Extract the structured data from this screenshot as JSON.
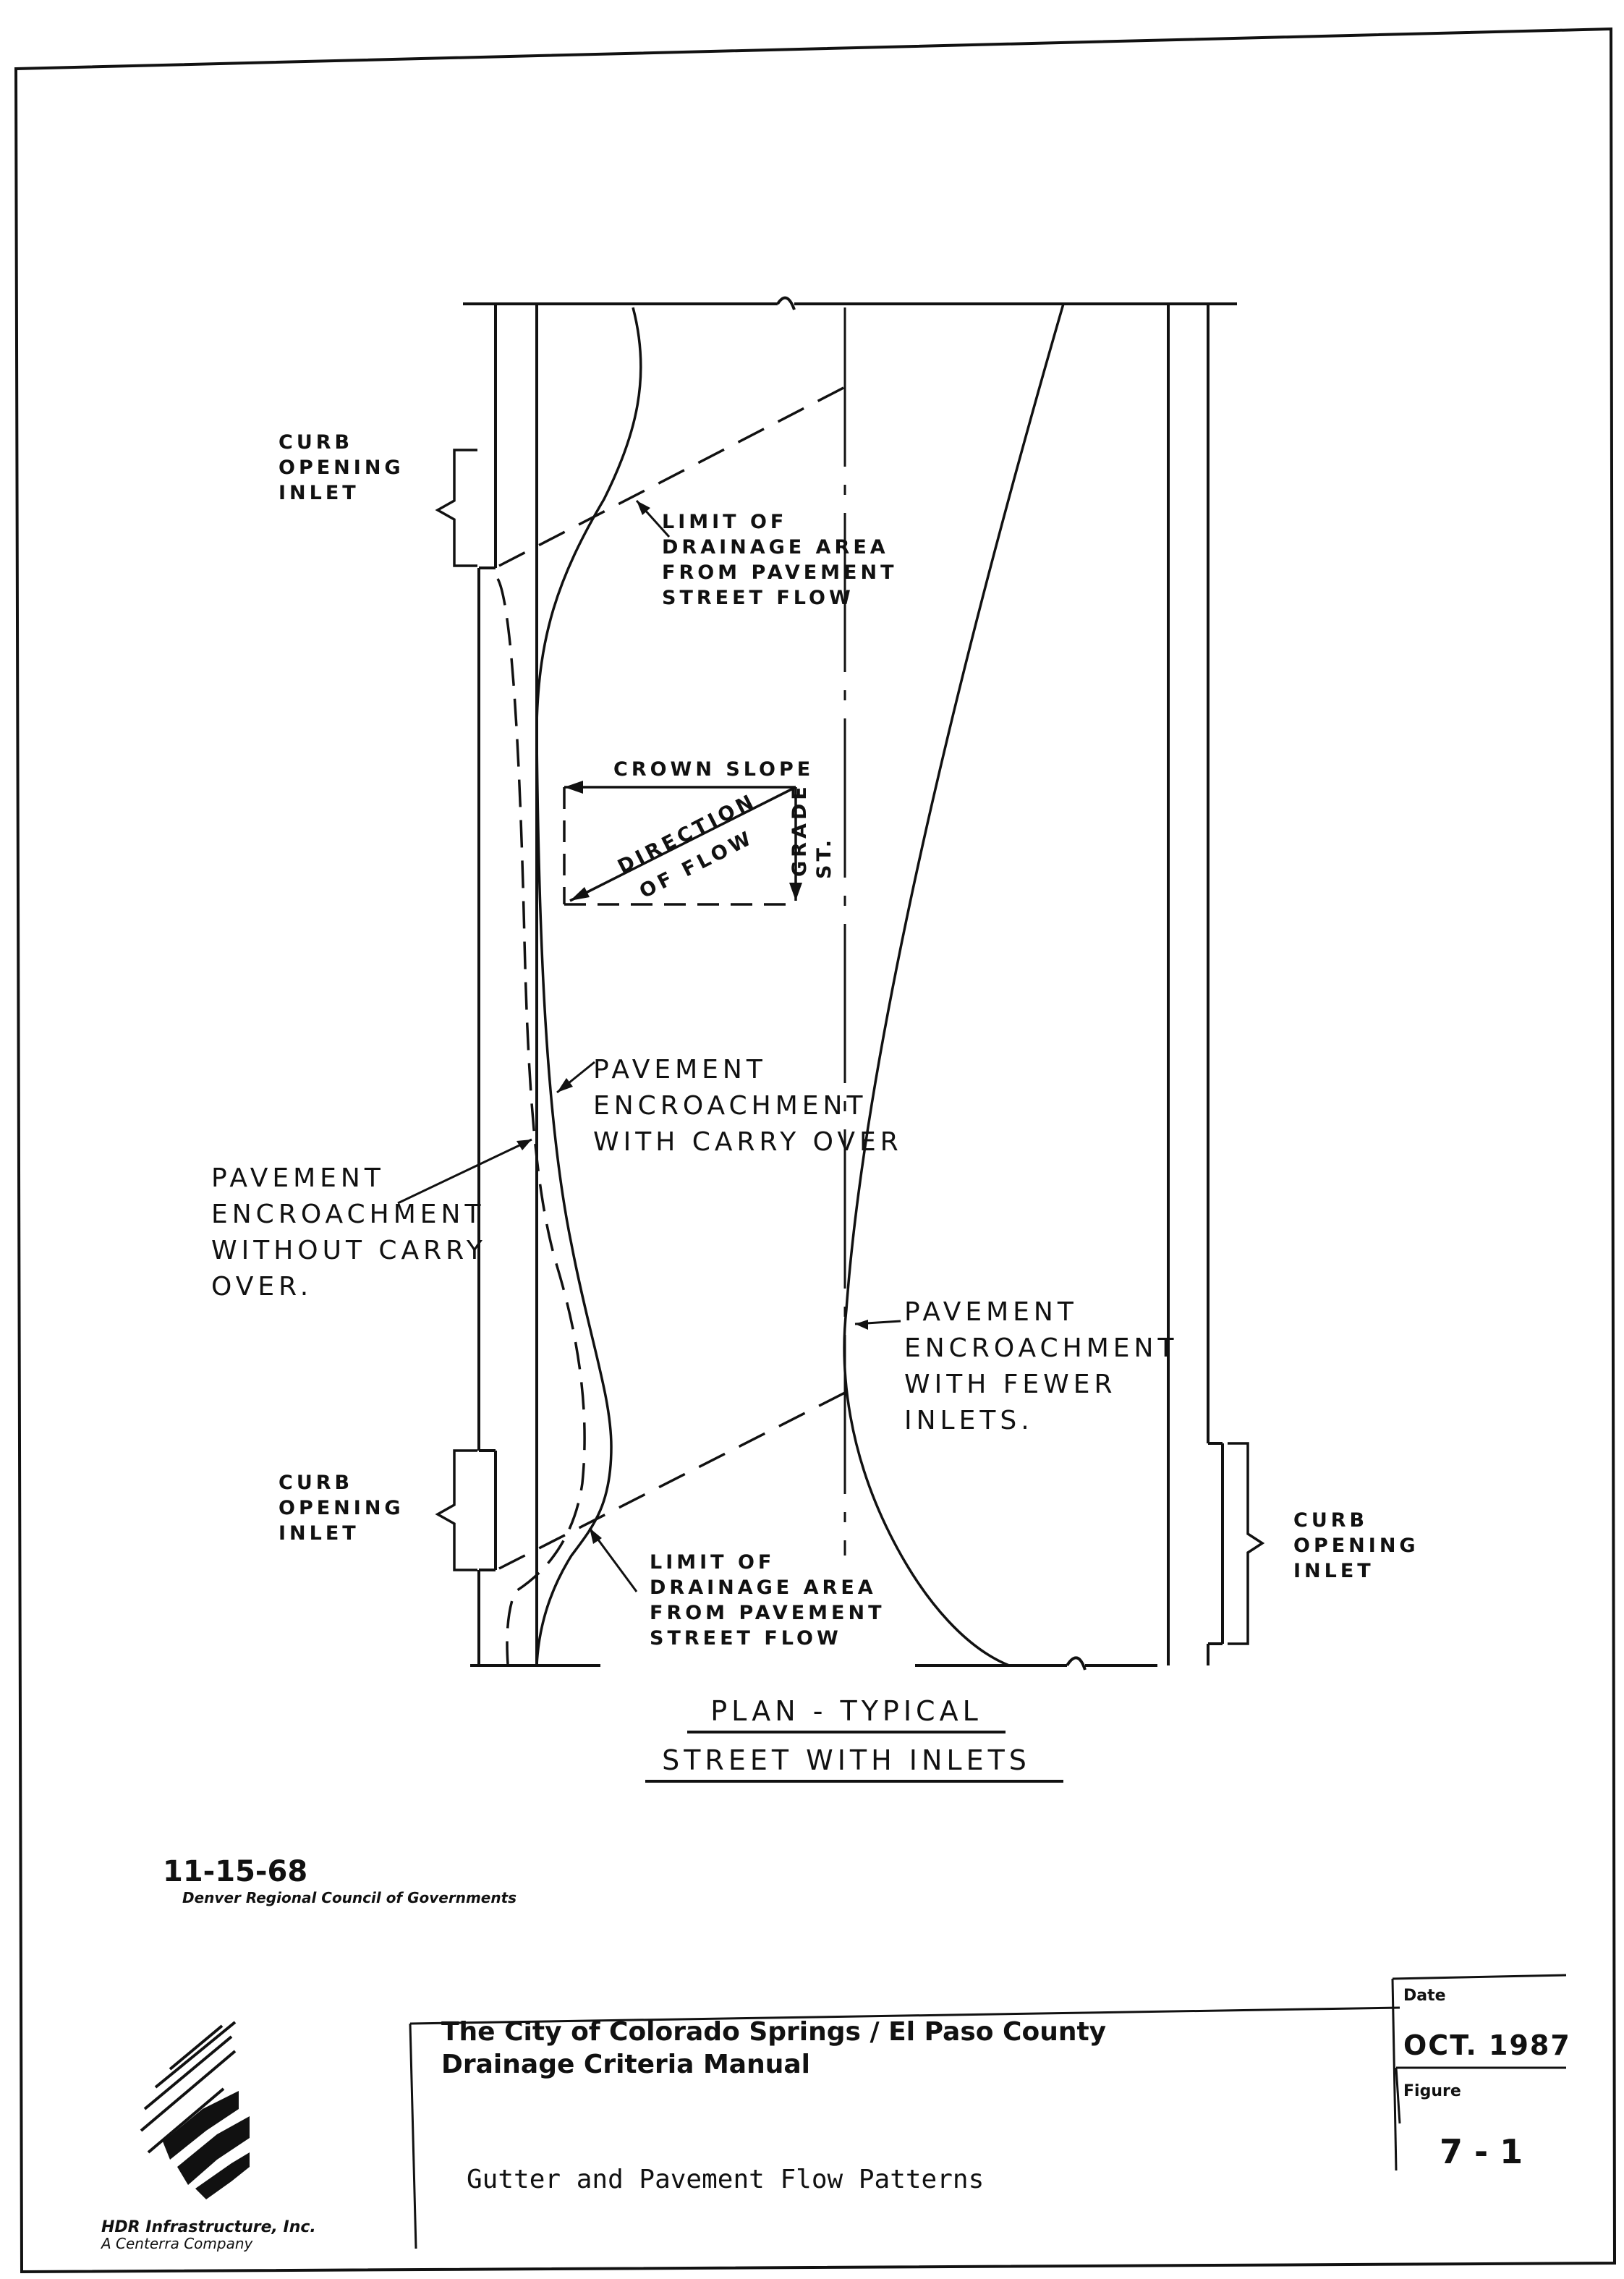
{
  "drawing": {
    "labels": {
      "curb_inlet_top_left": [
        "CURB",
        "OPENING",
        "INLET"
      ],
      "limit_top": [
        "LIMIT OF",
        "DRAINAGE AREA",
        "FROM PAVEMENT",
        "STREET FLOW"
      ],
      "crown_slope": "CROWN SLOPE",
      "direction": "DIRECTION",
      "of_flow": "OF FLOW",
      "st": "ST.",
      "grade": "GRADE",
      "encroach_carry": [
        "PAVEMENT",
        "ENCROACHMENT",
        "WITH CARRY OVER"
      ],
      "encroach_without": [
        "PAVEMENT",
        "ENCROACHMENT",
        "WITHOUT CARRY",
        "OVER."
      ],
      "encroach_fewer": [
        "PAVEMENT",
        "ENCROACHMENT",
        "WITH FEWER",
        "INLETS."
      ],
      "curb_inlet_bottom_left": [
        "CURB",
        "OPENING",
        "INLET"
      ],
      "curb_inlet_bottom_right": [
        "CURB",
        "OPENING",
        "INLET"
      ],
      "limit_bottom": [
        "LIMIT OF",
        "DRAINAGE AREA",
        "FROM PAVEMENT",
        "STREET FLOW"
      ]
    },
    "title_line1": "PLAN - TYPICAL",
    "title_line2": "STREET WITH INLETS"
  },
  "stamp": {
    "date": "11-15-68",
    "source": "Denver Regional Council of Governments"
  },
  "title_block": {
    "org_line1": "The City of Colorado Springs / El Paso County",
    "org_line2": "Drainage Criteria Manual",
    "figure_title": "Gutter and Pavement Flow Patterns",
    "date_label": "Date",
    "date_value": "OCT. 1987",
    "figure_label": "Figure",
    "figure_number": "7 - 1",
    "company_name": "HDR Infrastructure, Inc.",
    "company_sub": "A Centerra Company"
  },
  "colors": {
    "ink": "#111111",
    "paper": "#ffffff"
  }
}
